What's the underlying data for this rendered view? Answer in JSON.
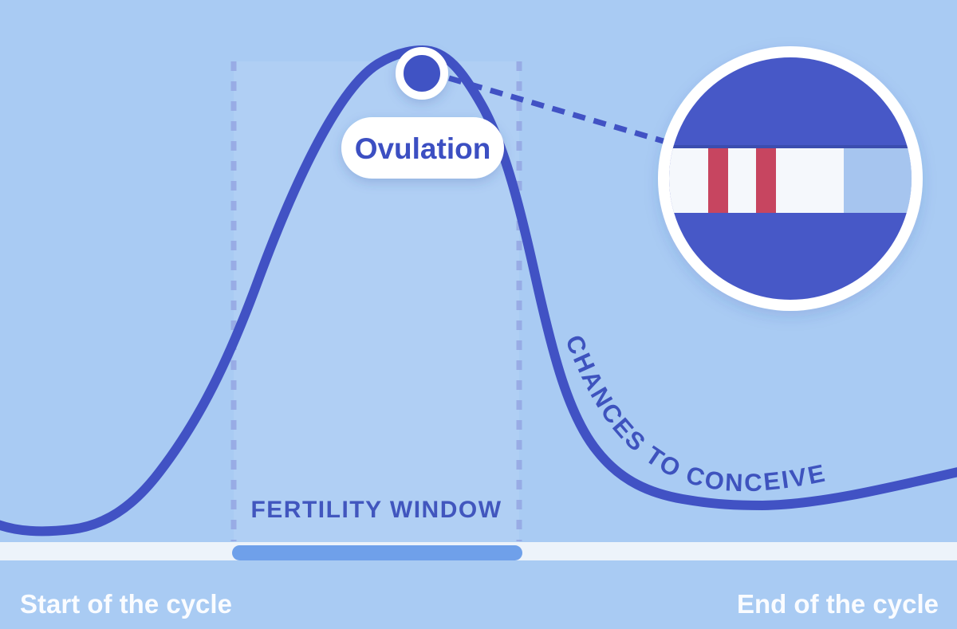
{
  "labels": {
    "ovulation": "Ovulation",
    "fertility_window": "FERTILITY WINDOW",
    "chances_to_conceive": "CHANCES TO CONCEIVE",
    "cycle_start": "Start of the cycle",
    "cycle_end": "End of the cycle"
  },
  "colors": {
    "background": "#A9CBF3",
    "curve": "#4152C4",
    "guide_dash": "#95A7E3",
    "baseline_band": "#EDF3FA",
    "window_bar": "#6FA0EA",
    "window_highlight": "#FFFFFF",
    "pill_background": "#FFFFFF",
    "pill_text": "#3C4FC2",
    "window_text": "#4156BE",
    "curve_text": "#3E53BE",
    "axis_text": "#FAFCFF",
    "inset_ring": "#FFFFFF",
    "inset_circle": "#4759C7",
    "inset_strip": "#F5F8FC",
    "inset_strip_edge": "#3B4DAF",
    "inset_result_line": "#C74560",
    "inset_strip_end": "#A6C5EF"
  },
  "inset": {
    "depicts": "magnified ovulation test window with two red result lines",
    "result_lines_count": 2
  },
  "chart_data": {
    "type": "line",
    "title": "",
    "xlabel": "Cycle timeline (Start of the cycle to End of the cycle)",
    "ylabel": "Chances to conceive (qualitative, no numeric scale shown)",
    "x_axis_ticks": [
      "Start of the cycle",
      "End of the cycle"
    ],
    "grid": false,
    "legend": false,
    "series": [
      {
        "name": "Chances to conceive",
        "x_percent_of_cycle": [
          0,
          7.5,
          16.7,
          24.4,
          27,
          35,
          44.2,
          50.6,
          55.8,
          62.4,
          71.3,
          79.7,
          100
        ],
        "y_relative_chance_percent": [
          7.5,
          6,
          17,
          40,
          55,
          92,
          100,
          88,
          57,
          21,
          12,
          11,
          18
        ]
      }
    ],
    "annotations": [
      {
        "text": "Ovulation",
        "type": "peak-callout",
        "x_percent_of_cycle": 44.2,
        "y_relative_chance_percent": 100
      },
      {
        "text": "FERTILITY WINDOW",
        "type": "highlighted-range",
        "x_range_percent_of_cycle": [
          24.4,
          54.3
        ]
      },
      {
        "text": "CHANCES TO CONCEIVE",
        "type": "curve-label",
        "position": "along descending slope of curve"
      }
    ]
  }
}
